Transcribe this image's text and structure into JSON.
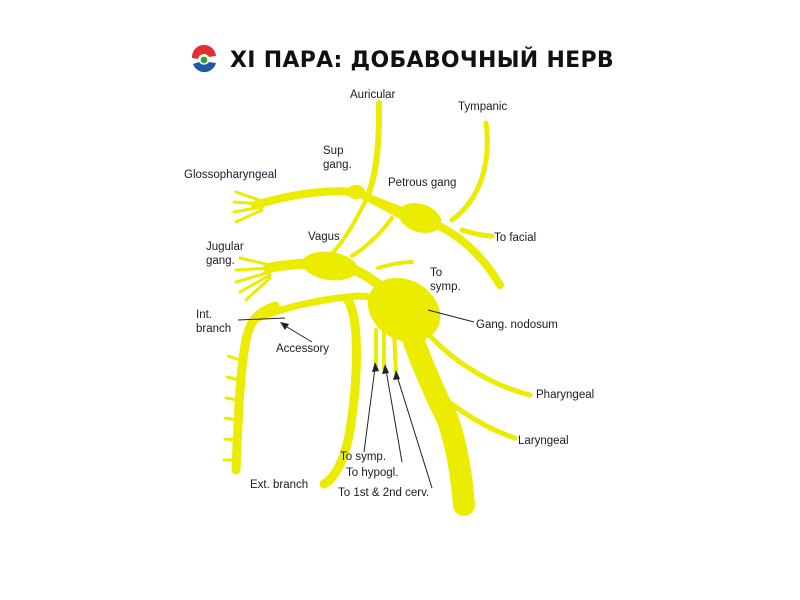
{
  "header": {
    "title": "XI ПАРА: ДОБАВОЧНЫЙ НЕРВ",
    "logo_colors": {
      "top": "#e03030",
      "bottom": "#1e5aa8",
      "center": "#2e9e3e"
    }
  },
  "diagram": {
    "nerve_color": "#ecec00",
    "labels": {
      "auricular": "Auricular",
      "tympanic": "Tympanic",
      "sup_gang_1": "Sup",
      "sup_gang_2": "gang.",
      "glossopharyngeal": "Glossopharyngeal",
      "petrous_gang": "Petrous gang",
      "vagus": "Vagus",
      "jugular_gang_1": "Jugular",
      "jugular_gang_2": "gang.",
      "to_facial": "To facial",
      "to_symp_upper_1": "To",
      "to_symp_upper_2": "symp.",
      "int_branch_1": "Int.",
      "int_branch_2": "branch",
      "gang_nodosum": "Gang. nodosum",
      "accessory": "Accessory",
      "pharyngeal": "Pharyngeal",
      "laryngeal": "Laryngeal",
      "to_symp_lower": "To symp.",
      "to_hypogl": "To hypogl.",
      "ext_branch": "Ext. branch",
      "to_cerv": "To 1st & 2nd cerv."
    }
  }
}
